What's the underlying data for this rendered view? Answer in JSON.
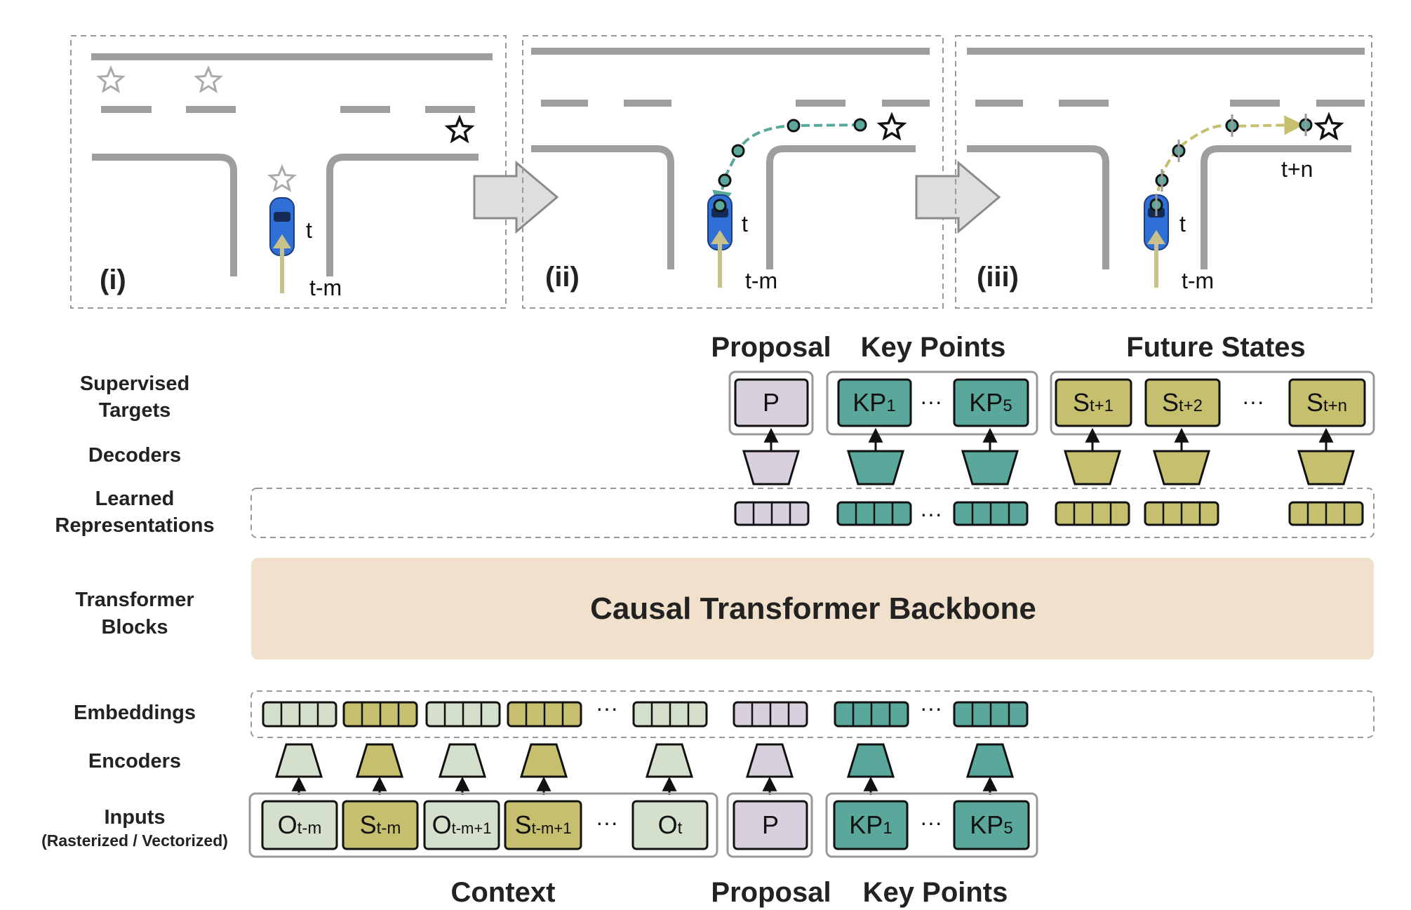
{
  "colors": {
    "teal": "#5aa89c",
    "olive": "#c5bf6e",
    "lavender": "#d8d0dc",
    "sage": "#d4e0cc",
    "backbone": "#f0e0cc",
    "road": "#9e9e9e",
    "dash_border": "#999999",
    "car": "#2f6fd6",
    "history_arrow": "#c8c28a",
    "panel_arrow_fill": "#dedede",
    "panel_arrow_stroke": "#8a8a8a"
  },
  "panels": [
    {
      "label": "(i)",
      "time_current": "t",
      "time_past": "t-m"
    },
    {
      "label": "(ii)",
      "time_current": "t",
      "time_past": "t-m"
    },
    {
      "label": "(iii)",
      "time_current": "t",
      "time_past": "t-m",
      "time_future": "t+n"
    }
  ],
  "row_labels": {
    "supervised_1": "Supervised",
    "supervised_2": "Targets",
    "decoders": "Decoders",
    "learned_1": "Learned",
    "learned_2": "Representations",
    "transformer_1": "Transformer",
    "transformer_2": "Blocks",
    "embeddings": "Embeddings",
    "encoders": "Encoders",
    "inputs": "Inputs",
    "inputs_sub": "(Rasterized / Vectorized)"
  },
  "group_titles": {
    "proposal_top": "Proposal",
    "keypoints_top": "Key Points",
    "future_states": "Future States",
    "context_bottom": "Context",
    "proposal_bottom": "Proposal",
    "keypoints_bottom": "Key Points"
  },
  "backbone_label": "Causal Transformer Backbone",
  "ellipsis": "···",
  "targets": {
    "proposal": {
      "main": "P",
      "sub": ""
    },
    "keypoint_first": {
      "main": "KP",
      "sub": "1"
    },
    "keypoint_last": {
      "main": "KP",
      "sub": "5"
    },
    "state_1": {
      "main": "S",
      "sub": "t+1"
    },
    "state_2": {
      "main": "S",
      "sub": "t+2"
    },
    "state_n": {
      "main": "S",
      "sub": "t+n"
    }
  },
  "inputs": {
    "obs_tm": {
      "main": "O",
      "sub": "t-m"
    },
    "state_tm": {
      "main": "S",
      "sub": "t-m"
    },
    "obs_tm1": {
      "main": "O",
      "sub": "t-m+1"
    },
    "state_tm1": {
      "main": "S",
      "sub": "t-m+1"
    },
    "obs_t": {
      "main": "O",
      "sub": "t"
    },
    "proposal": {
      "main": "P",
      "sub": ""
    },
    "keypoint_first": {
      "main": "KP",
      "sub": "1"
    },
    "keypoint_last": {
      "main": "KP",
      "sub": "5"
    }
  }
}
